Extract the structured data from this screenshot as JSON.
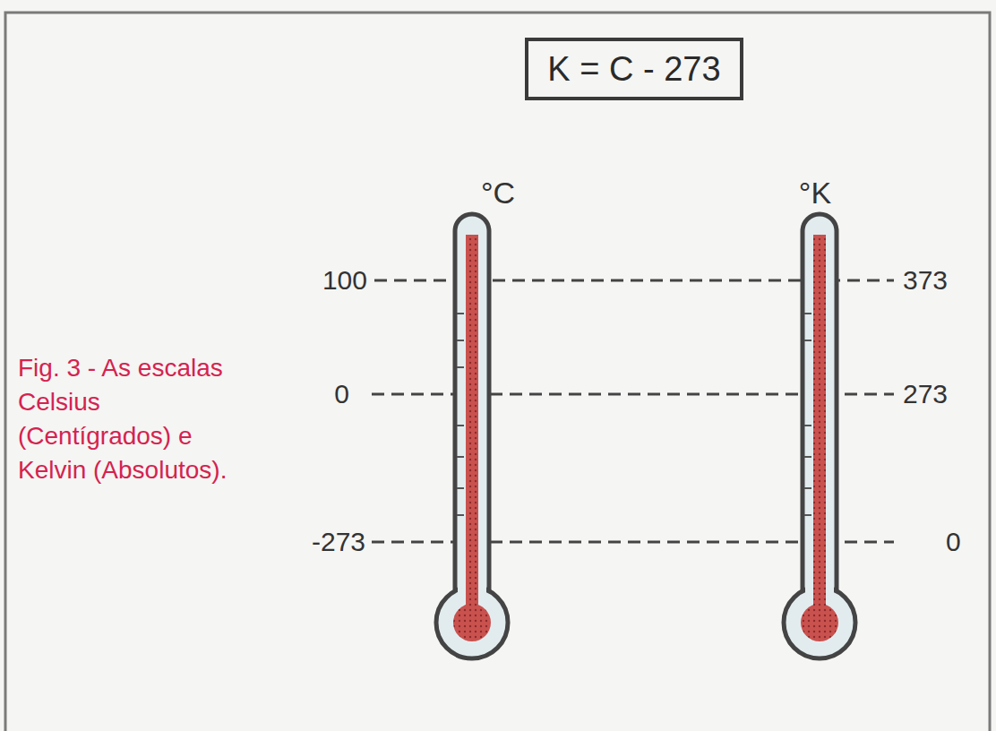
{
  "diagram": {
    "caption": "Fig. 3 - As escalas Celsius (Centígrados) e Kelvin (Absolutos).",
    "nodes": [
      {
        "text": [
          "K = C - 273"
        ]
      }
    ],
    "labels": [
      "°C",
      "°K",
      "100",
      "373",
      "0",
      "273",
      "-273",
      "0"
    ]
  }
}
